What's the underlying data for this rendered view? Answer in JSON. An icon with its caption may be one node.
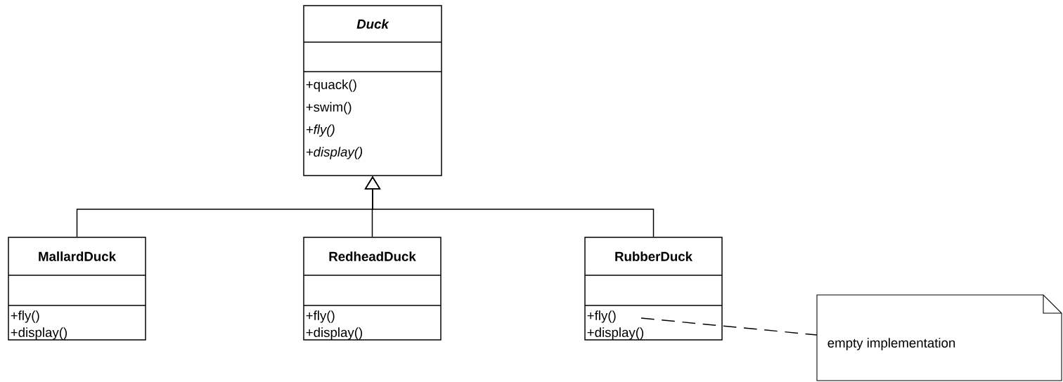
{
  "diagram": {
    "nodes": [
      {
        "text": [
          "Duck",
          "+quack()",
          "+swim()",
          "+fly()",
          "+display()"
        ]
      },
      {
        "text": [
          "MallardDuck",
          "+fly()",
          "+display()"
        ]
      },
      {
        "text": [
          "RedheadDuck",
          "+fly()",
          "+display()"
        ]
      },
      {
        "text": [
          "RubberDuck",
          "+fly()",
          "+display()"
        ]
      },
      {
        "text": [
          "empty implementation"
        ]
      }
    ],
    "edges": [
      {
        "from": 1,
        "to": 0,
        "arrow": "to"
      },
      {
        "from": 2,
        "to": 0,
        "arrow": "to"
      },
      {
        "from": 3,
        "to": 0,
        "arrow": "to"
      },
      {
        "from": 3,
        "to": 4,
        "arrow": "none",
        "style": "dashed"
      }
    ]
  }
}
